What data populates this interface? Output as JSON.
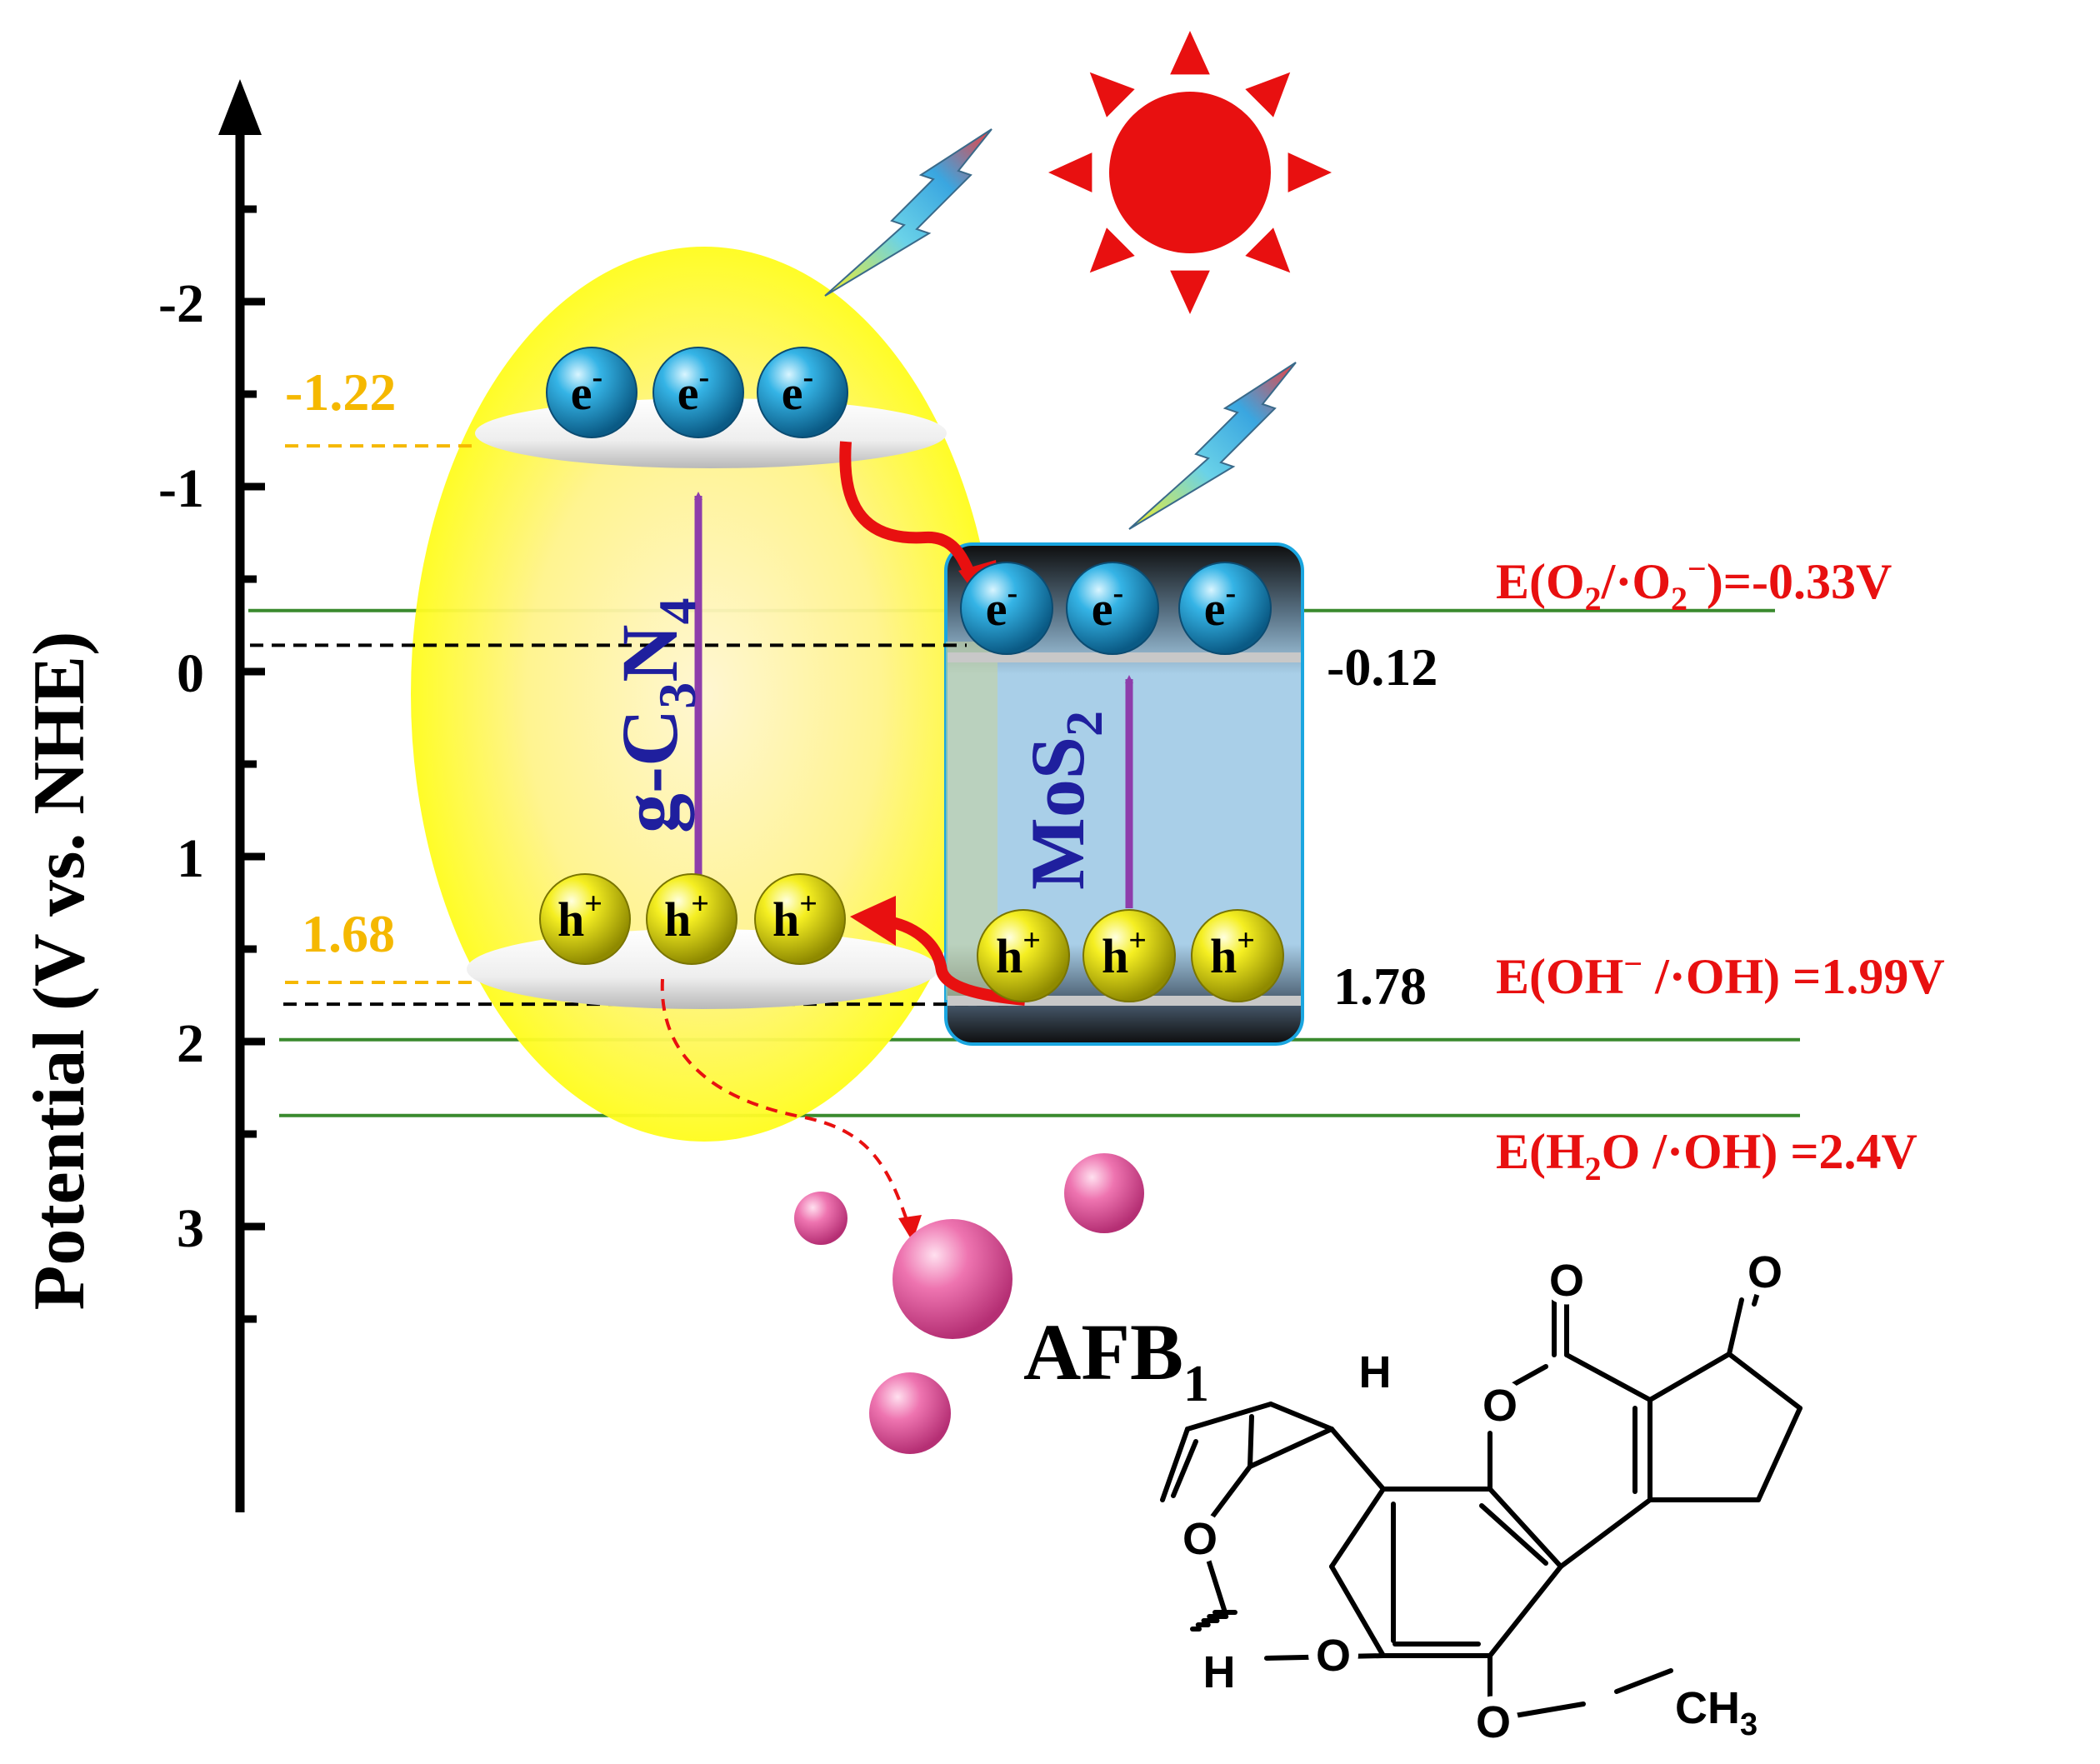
{
  "axis": {
    "label": "Potential (V vs. NHE)",
    "ticks": [
      {
        "value": -2,
        "label": "-2"
      },
      {
        "value": -1,
        "label": "-1"
      },
      {
        "value": 0,
        "label": "0"
      },
      {
        "value": 1,
        "label": "1"
      },
      {
        "value": 2,
        "label": "2"
      },
      {
        "value": 3,
        "label": "3"
      }
    ]
  },
  "semiconductors": {
    "gcn": {
      "name_main": "g-C",
      "sub1": "3",
      "name_mid": "N",
      "sub2": "4",
      "cb_label": "-1.22",
      "cb_value": -1.22,
      "vb_label": "1.68",
      "vb_value": 1.68
    },
    "mos2": {
      "name_main": "MoS",
      "sub": "2",
      "cb_label": "-0.12",
      "cb_value": -0.12,
      "vb_label": "1.78",
      "vb_value": 1.78
    }
  },
  "carriers": {
    "electron": "e",
    "electron_sign": "-",
    "hole": "h",
    "hole_sign": "+"
  },
  "redox_potentials": [
    {
      "id": "o2",
      "value": -0.33,
      "p1": "E(O",
      "s1": "2",
      "p2": "/·O",
      "s2": "2",
      "sup": "−",
      "p3": ")=-0.33V"
    },
    {
      "id": "oh",
      "value": 1.99,
      "p1": "E(OH",
      "sup": "−",
      "p2": " /·OH) =1.99V"
    },
    {
      "id": "h2o",
      "value": 2.4,
      "p1": "E(H",
      "s1": "2",
      "p2": "O /·OH) =2.4V"
    }
  ],
  "pollutant": {
    "name": "AFB",
    "sub": "1"
  },
  "molecule": {
    "atom_o": "O",
    "atom_h": "H",
    "methyl": "CH",
    "methyl_sub": "3"
  },
  "colors": {
    "gcn_label": "#1f1f9e",
    "orange": "#f5b800",
    "red": "#e81010",
    "green": "#3a8a2e",
    "purple": "#8e3dab",
    "electron": "#2aa7dc",
    "hole": "#f0ec20",
    "ellipse": "#ffff00",
    "mos2": "#a9cfe8",
    "pink": "#ec6aa8"
  }
}
